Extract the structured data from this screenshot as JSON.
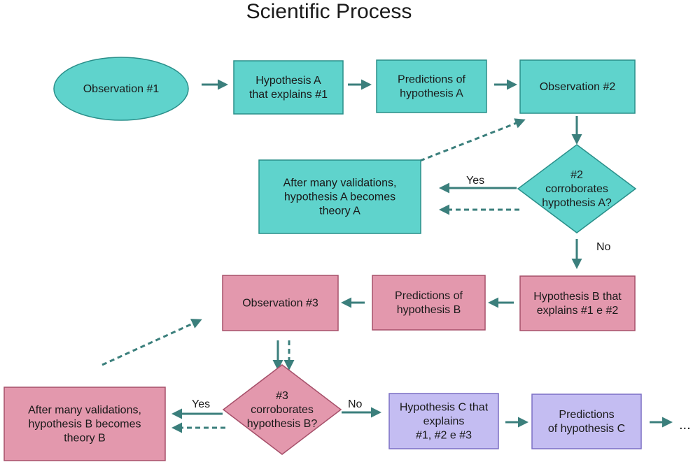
{
  "title": "Scientific Process",
  "colors": {
    "teal_fill": "#5fd3cc",
    "teal_stroke": "#2a8f8a",
    "pink_fill": "#e398ad",
    "pink_stroke": "#a6506a",
    "purple_fill": "#c4bdf2",
    "purple_stroke": "#7b6fc4",
    "arrow": "#3b7f7c"
  },
  "nodes": {
    "observation1": [
      "Observation #1"
    ],
    "hypothesisA": [
      "Hypothesis A",
      "that explains #1"
    ],
    "predictionsA": [
      "Predictions of",
      "hypothesis A"
    ],
    "observation2": [
      "Observation #2"
    ],
    "decision2": [
      "#2",
      "corroborates",
      "hypothesis A?"
    ],
    "theoryA": [
      "After many validations,",
      "hypothesis A becomes",
      "theory A"
    ],
    "hypothesisB": [
      "Hypothesis B that",
      "explains #1 e #2"
    ],
    "predictionsB": [
      "Predictions of",
      "hypothesis B"
    ],
    "observation3": [
      "Observation #3"
    ],
    "decision3": [
      "#3",
      "corroborates",
      "hypothesis B?"
    ],
    "theoryB": [
      "After many validations,",
      "hypothesis B becomes",
      "theory B"
    ],
    "hypothesisC": [
      "Hypothesis C that",
      "explains",
      "#1, #2 e #3"
    ],
    "predictionsC": [
      "Predictions",
      "of hypothesis C"
    ]
  },
  "labels": {
    "yes_a": "Yes",
    "no_a": "No",
    "yes_b": "Yes",
    "no_b": "No",
    "ellipsis": "..."
  }
}
